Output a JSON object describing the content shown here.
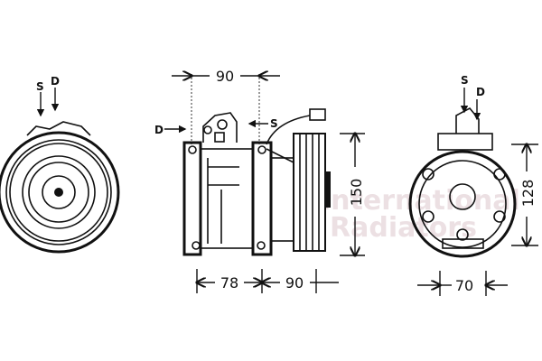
{
  "labels": {
    "suction": "S",
    "discharge": "D"
  },
  "dimensions": {
    "top_width": "90",
    "height_side": "150",
    "height_rear": "128",
    "bottom_left": "78",
    "bottom_right": "90",
    "rear_width": "70"
  },
  "watermark": {
    "line1": "International",
    "line2": "Radiators"
  }
}
